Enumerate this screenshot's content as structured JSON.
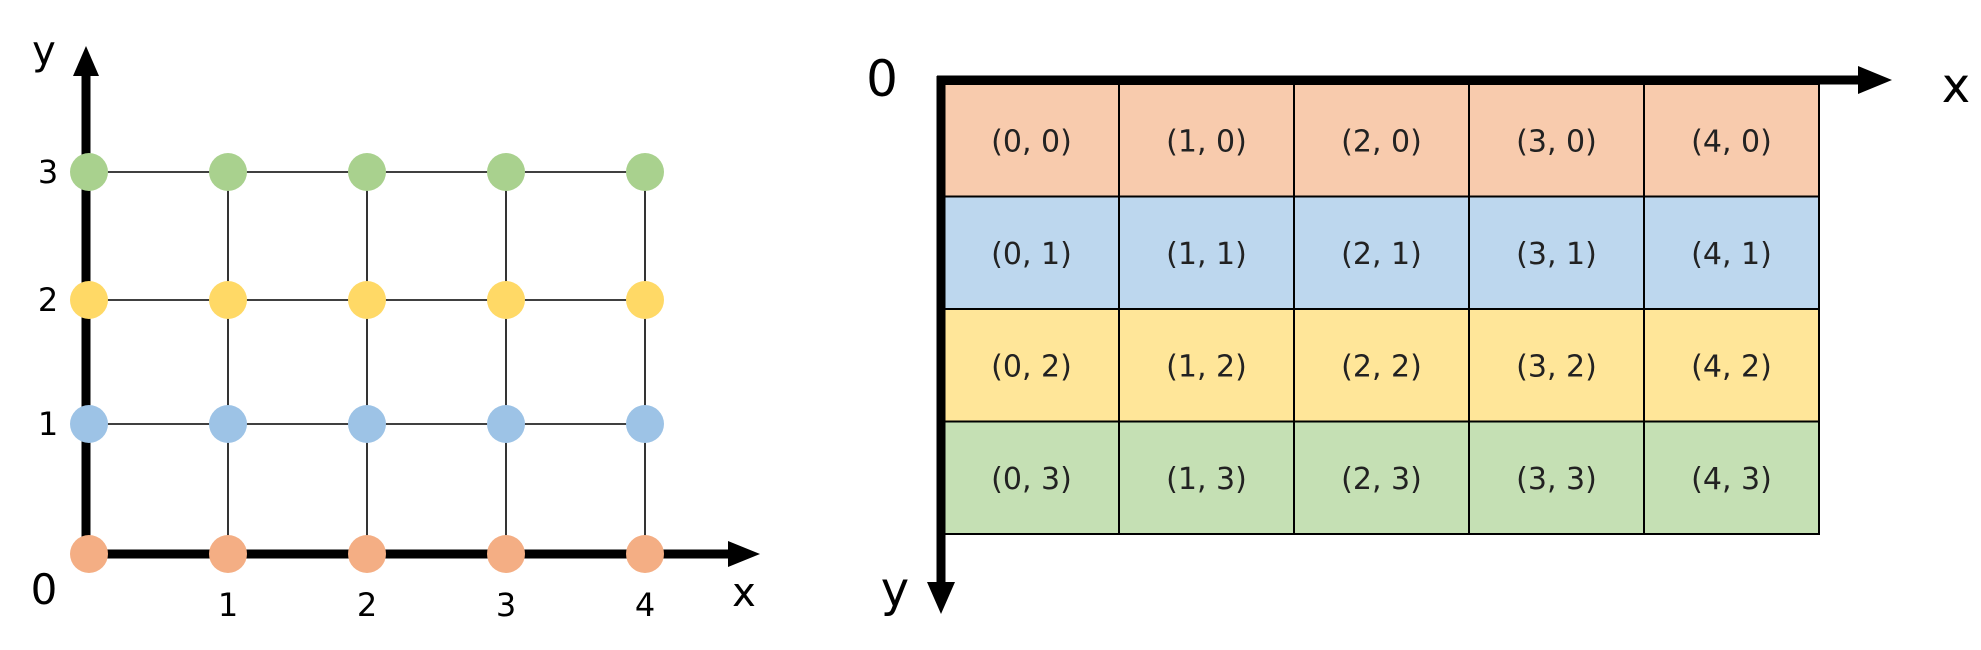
{
  "left_panel": {
    "x_axis_label": "x",
    "y_axis_label": "y",
    "origin_label": "0",
    "x_ticks": [
      "1",
      "2",
      "3",
      "4"
    ],
    "y_ticks": [
      "1",
      "2",
      "3"
    ],
    "columns": 5,
    "rows": 4,
    "row_colors": [
      "#f4ae84",
      "#9dc3e6",
      "#ffd966",
      "#a9d18e"
    ]
  },
  "right_panel": {
    "x_axis_label": "x",
    "y_axis_label": "y",
    "origin_label": "0",
    "cells": [
      [
        "(0, 0)",
        "(1, 0)",
        "(2, 0)",
        "(3, 0)",
        "(4, 0)"
      ],
      [
        "(0, 1)",
        "(1, 1)",
        "(2, 1)",
        "(3, 1)",
        "(4, 1)"
      ],
      [
        "(0, 2)",
        "(1, 2)",
        "(2, 2)",
        "(3, 2)",
        "(4, 2)"
      ],
      [
        "(0, 3)",
        "(1, 3)",
        "(2, 3)",
        "(3, 3)",
        "(4, 3)"
      ]
    ],
    "row_colors": [
      "#f8cbad",
      "#bdd7ee",
      "#ffe699",
      "#c5e0b4"
    ]
  }
}
